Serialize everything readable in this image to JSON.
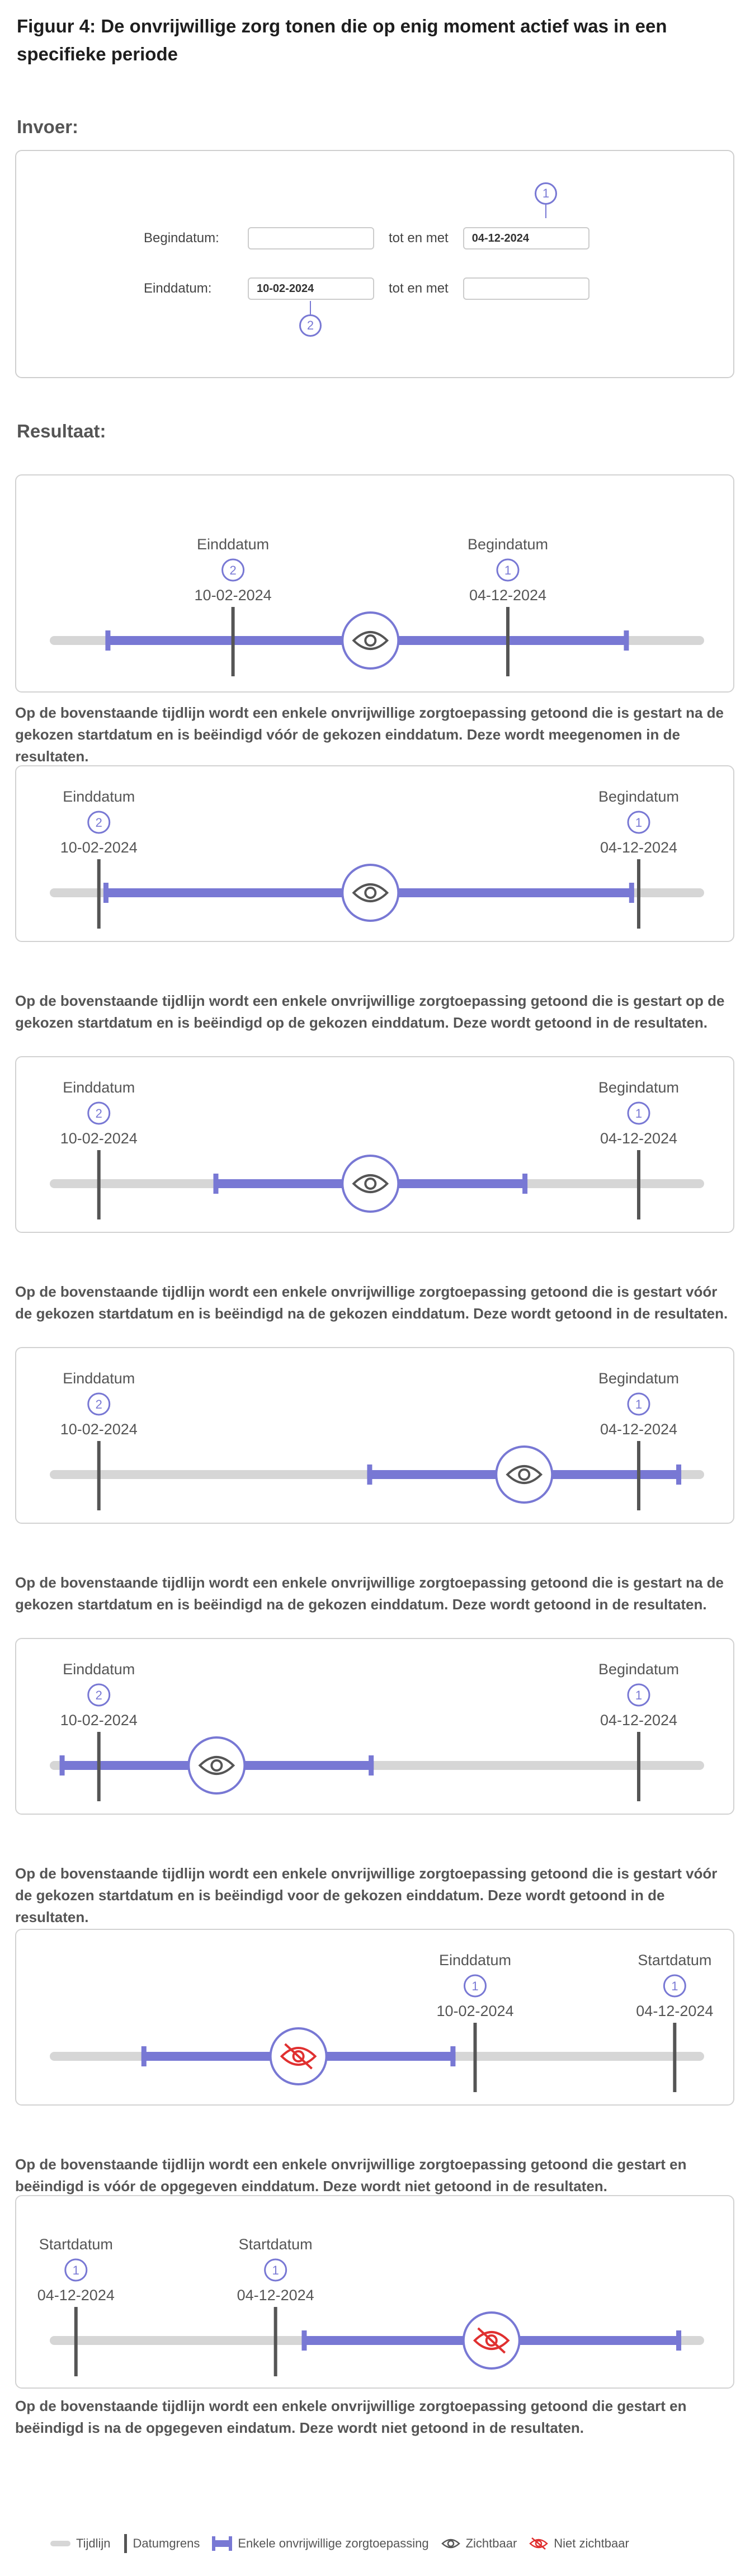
{
  "title": "Figuur 4: De onvrijwillige zorg tonen die op enig moment actief was in een specifieke periode",
  "input": {
    "heading": "Invoer:",
    "begin_label": "Begindatum:",
    "end_label": "Einddatum:",
    "range_label": "tot en met",
    "begin_from": "",
    "begin_to": "04-12-2024",
    "end_from": "10-02-2024",
    "end_to": "",
    "badge_begin": "1",
    "badge_end": "2"
  },
  "result_heading": "Resultaat:",
  "colors": {
    "timeline": "#d6d6d6",
    "boundary": "#555555",
    "bar": "#7878d4",
    "visible_icon": "#555555",
    "hidden_icon": "#e03030"
  },
  "scenarios": [
    {
      "markers": [
        {
          "label": "Einddatum",
          "badge": "2",
          "date": "10-02-2024",
          "pos": 0.28
        },
        {
          "label": "Begindatum",
          "badge": "1",
          "date": "04-12-2024",
          "pos": 0.7
        }
      ],
      "bar": [
        0.085,
        0.885
      ],
      "eye": {
        "pos": 0.49,
        "state": "visible"
      },
      "description": "Op de bovenstaande tijdlijn wordt een enkele onvrijwillige zorgtoepassing getoond die is gestart na de gekozen startdatum en is beëindigd vóór de gekozen einddatum. Deze wordt meegenomen in de resultaten."
    },
    {
      "markers": [
        {
          "label": "Einddatum",
          "badge": "2",
          "date": "10-02-2024",
          "pos": 0.075
        },
        {
          "label": "Begindatum",
          "badge": "1",
          "date": "04-12-2024",
          "pos": 0.9
        }
      ],
      "bar": [
        0.082,
        0.893
      ],
      "eye": {
        "pos": 0.49,
        "state": "visible"
      },
      "description": "Op de bovenstaande tijdlijn wordt een enkele onvrijwillige zorgtoepassing getoond die is gestart op de gekozen startdatum en is beëindigd op de gekozen einddatum. Deze wordt getoond in de resultaten."
    },
    {
      "markers": [
        {
          "label": "Einddatum",
          "badge": "2",
          "date": "10-02-2024",
          "pos": 0.075
        },
        {
          "label": "Begindatum",
          "badge": "1",
          "date": "04-12-2024",
          "pos": 0.9
        }
      ],
      "bar": [
        0.25,
        0.73
      ],
      "eye": {
        "pos": 0.49,
        "state": "visible"
      },
      "description": "Op de bovenstaande tijdlijn wordt een enkele onvrijwillige zorgtoepassing getoond die is gestart vóór de gekozen startdatum en is beëindigd na de gekozen einddatum. Deze wordt getoond in de resultaten."
    },
    {
      "markers": [
        {
          "label": "Einddatum",
          "badge": "2",
          "date": "10-02-2024",
          "pos": 0.075
        },
        {
          "label": "Begindatum",
          "badge": "1",
          "date": "04-12-2024",
          "pos": 0.9
        }
      ],
      "bar": [
        0.485,
        0.965
      ],
      "eye": {
        "pos": 0.725,
        "state": "visible"
      },
      "description": "Op de bovenstaande tijdlijn wordt een enkele onvrijwillige zorgtoepassing getoond die is gestart na de gekozen startdatum en is beëindigd na de gekozen einddatum. Deze wordt getoond in de resultaten."
    },
    {
      "markers": [
        {
          "label": "Einddatum",
          "badge": "2",
          "date": "10-02-2024",
          "pos": 0.075
        },
        {
          "label": "Begindatum",
          "badge": "1",
          "date": "04-12-2024",
          "pos": 0.9
        }
      ],
      "bar": [
        0.015,
        0.495
      ],
      "eye": {
        "pos": 0.255,
        "state": "visible"
      },
      "description": "Op de bovenstaande tijdlijn wordt een enkele onvrijwillige zorgtoepassing getoond die is gestart vóór de gekozen startdatum en is beëindigd voor de gekozen einddatum. Deze wordt getoond in de resultaten."
    },
    {
      "markers": [
        {
          "label": "Einddatum",
          "badge": "1",
          "date": "10-02-2024",
          "pos": 0.65
        },
        {
          "label": "Startdatum",
          "badge": "1",
          "date": "04-12-2024",
          "pos": 0.955
        }
      ],
      "bar": [
        0.14,
        0.62
      ],
      "eye": {
        "pos": 0.38,
        "state": "hidden"
      },
      "description": "Op de bovenstaande tijdlijn wordt een enkele onvrijwillige zorgtoepassing getoond die gestart en beëindigd is vóór de opgegeven einddatum. Deze wordt niet getoond in de resultaten."
    },
    {
      "markers": [
        {
          "label": "Startdatum",
          "badge": "1",
          "date": "04-12-2024",
          "pos": 0.04
        },
        {
          "label": "Startdatum",
          "badge": "1",
          "date": "04-12-2024",
          "pos": 0.345
        }
      ],
      "bar": [
        0.385,
        0.965
      ],
      "eye": {
        "pos": 0.675,
        "state": "hidden"
      },
      "description": "Op de bovenstaande tijdlijn wordt een enkele onvrijwillige zorgtoepassing getoond die gestart en beëindigd is na de opgegeven eindatum. Deze wordt niet getoond in de resultaten."
    }
  ],
  "legend": {
    "timeline": "Tijdlijn",
    "boundary": "Datumgrens",
    "bar": "Enkele onvrijwillige zorgtoepassing",
    "visible": "Zichtbaar",
    "hidden": "Niet zichtbaar"
  }
}
